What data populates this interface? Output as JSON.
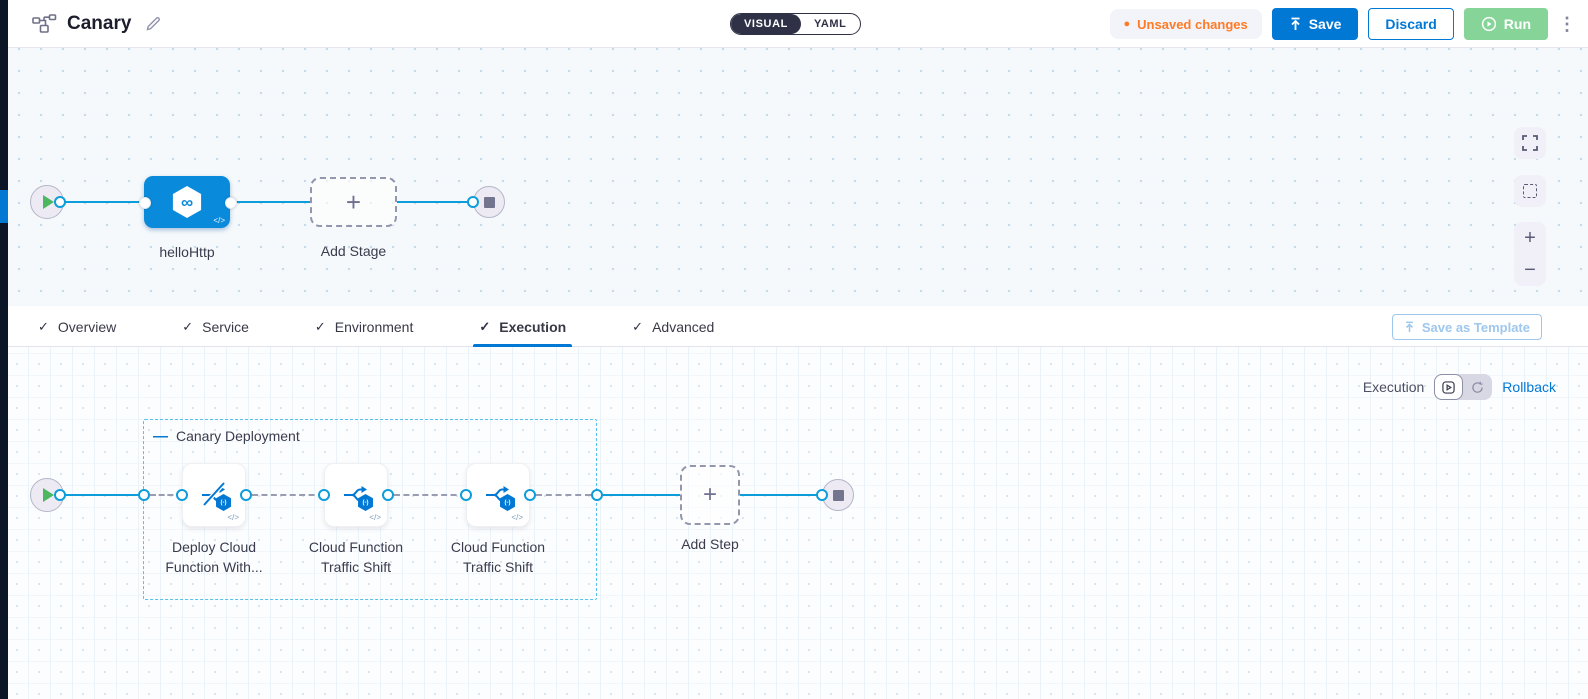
{
  "icons": {
    "check": "✓",
    "plus": "+",
    "minus": "−",
    "kebab": "⋮",
    "code": "</>",
    "infinity": "∞",
    "unsaved_dot": "●",
    "group_dash": "—",
    "paren_badge": "(-)"
  },
  "header": {
    "title": "Canary",
    "visual_label": "VISUAL",
    "yaml_label": "YAML",
    "unsaved_label": "Unsaved changes",
    "save_label": "Save",
    "discard_label": "Discard",
    "run_label": "Run"
  },
  "top_canvas": {
    "stage_label": "helloHttp",
    "add_stage_label": "Add Stage"
  },
  "tabs": {
    "items": [
      {
        "label": "Overview"
      },
      {
        "label": "Service"
      },
      {
        "label": "Environment"
      },
      {
        "label": "Execution"
      },
      {
        "label": "Advanced"
      }
    ],
    "active_label": "Execution",
    "save_as_template_label": "Save as Template"
  },
  "execution_bar": {
    "execution_label": "Execution",
    "rollback_label": "Rollback"
  },
  "bottom_canvas": {
    "group_label": "Canary Deployment",
    "steps": [
      {
        "line1": "Deploy Cloud",
        "line2": "Function With..."
      },
      {
        "line1": "Cloud Function",
        "line2": "Traffic Shift"
      },
      {
        "line1": "Cloud Function",
        "line2": "Traffic Shift"
      }
    ],
    "add_step_label": "Add Step"
  },
  "colors": {
    "accent": "#0278d5",
    "link_blue": "#0d9ddb",
    "warning_orange": "#ff7b26",
    "run_green": "#87d498",
    "stage_blue": "#0a8adb",
    "sidebar_dark": "#0b1626"
  }
}
